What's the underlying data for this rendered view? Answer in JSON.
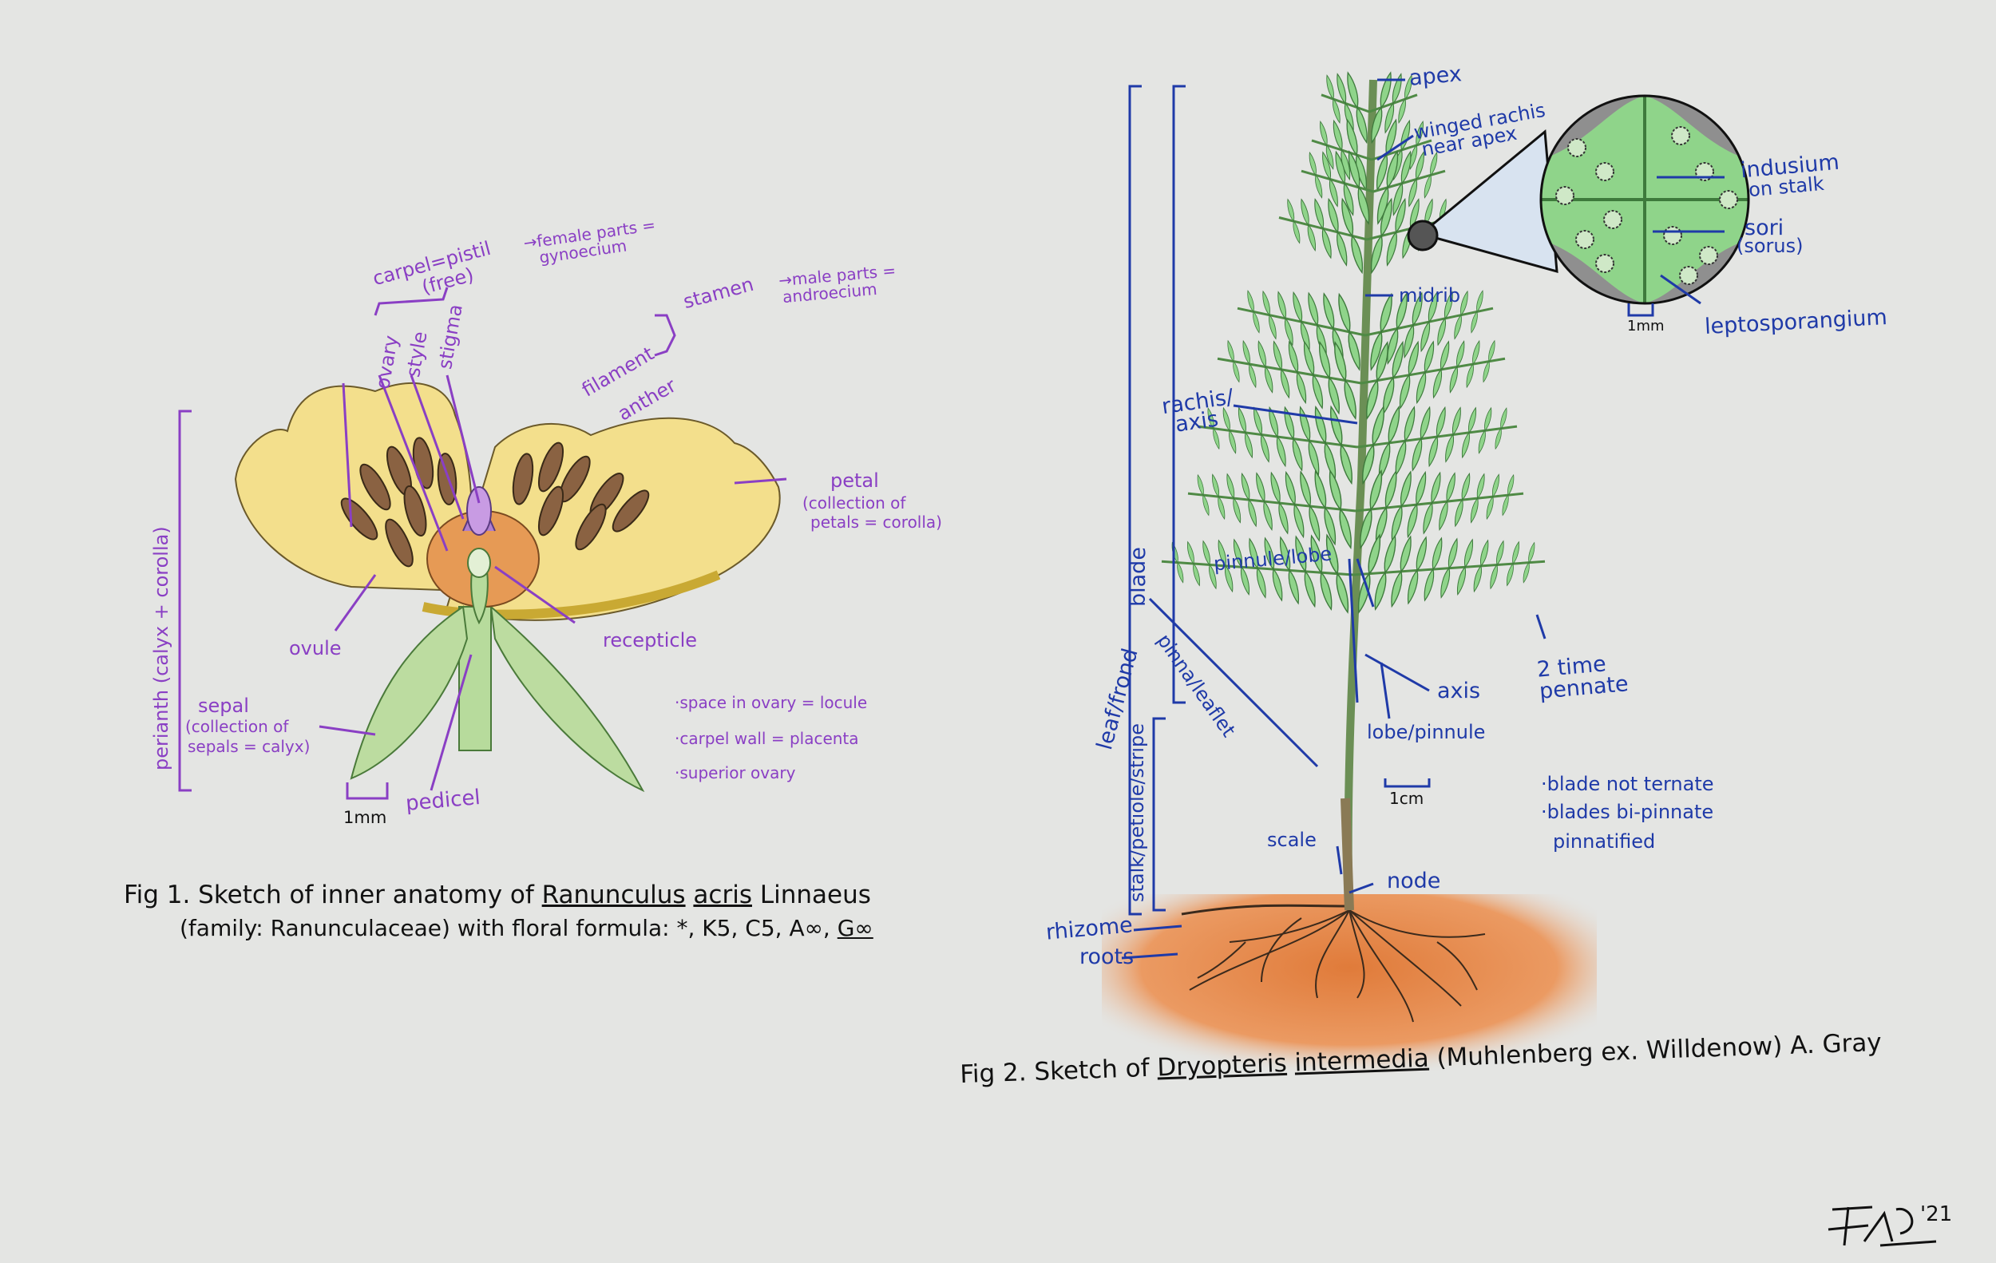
{
  "fig1": {
    "labels": {
      "carpel": "carpel=pistil",
      "free": "(free)",
      "female": "→female parts =",
      "gynoecium": "gynoecium",
      "stamen": "stamen",
      "male": "→male parts =",
      "androecium": "androecium",
      "filament": "filament",
      "anther": "anther",
      "ovary": "ovary",
      "style": "style",
      "stigma": "stigma",
      "petal": "petal",
      "petal_note1": "(collection of",
      "petal_note2": "petals = corolla)",
      "perianth": "perianth (calyx + corolla)",
      "ovule": "ovule",
      "recepticle": "recepticle",
      "sepal1": "sepal",
      "sepal2": "(collection of",
      "sepal3": "sepals = calyx)",
      "pedicel": "pedicel",
      "scale": "1mm",
      "note1": "·space in ovary = locule",
      "note2": "·carpel wall = placenta",
      "note3": "·superior ovary"
    },
    "caption": {
      "pre": "Fig 1. Sketch of inner anatomy of ",
      "genus": "Ranunculus",
      "species": "acris",
      "author": " Linnaeus",
      "line2_pre": "(family: Ranunculaceae) with floral formula: *, K5, C5, A∞, ",
      "line2_g": "G∞"
    }
  },
  "fig2": {
    "labels": {
      "apex": "apex",
      "winged1": "winged rachis",
      "winged2": "near apex",
      "indusium1": "indusium",
      "indusium2": "on stalk",
      "sori1": "sori",
      "sori2": "(sorus)",
      "lepto": "leptosporangium",
      "scale_mm": "1mm",
      "midrib": "midrib",
      "rachis1": "rachis/",
      "rachis2": "axis",
      "pinnule_lobe": "pinnule/lobe",
      "blade": "blade",
      "leaf_frond": "leaf/frond",
      "pinna": "pinna/leaflet",
      "axis": "axis",
      "lobe_pinnule": "lobe/pinnule",
      "two_time1": "2 time",
      "two_time2": "pennate",
      "stalk": "stalk/petiole/stripe",
      "scale_cm": "1cm",
      "note1": "·blade not ternate",
      "note2": "·blades bi-pinnate",
      "note3": "pinnatified",
      "scale": "scale",
      "node": "node",
      "rhizome": "rhizome",
      "roots": "roots"
    },
    "caption": {
      "pre": "Fig 2. Sketch of ",
      "genus": "Dryopteris",
      "species": "intermedia",
      "post": " (Muhlenberg ex. Willdenow) A. Gray"
    }
  },
  "signature": {
    "year": "'21"
  },
  "colors": {
    "background": "#e4e5e3",
    "fig1_label": "#8a3fc4",
    "fig2_label": "#1f3aa8",
    "petal": "#f3df8c",
    "sepal": "#bcdca0",
    "anther": "#8a6242",
    "ovary": "#e69a55",
    "frond": "#8fd48a",
    "soil": "#e8935a"
  }
}
